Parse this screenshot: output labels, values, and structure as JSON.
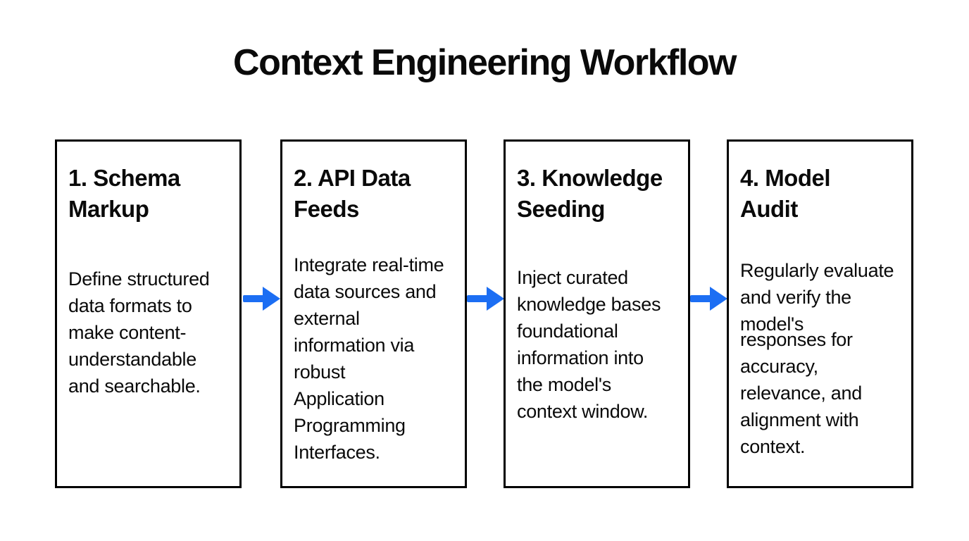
{
  "title": "Context Engineering Workflow",
  "diagram": {
    "arrow_color": "#1c6ef3",
    "border_color": "#000000",
    "steps": [
      {
        "heading": "1. Schema\nMarkup",
        "body": "Define structured\ndata formats to\nmake content-\nunderstandable\nand searchable."
      },
      {
        "heading": "2. API Data\nFeeds",
        "body": "Integrate real-time\ndata sources and\nexternal\ninformation via\nrobust\nApplication\nProgramming\nInterfaces."
      },
      {
        "heading": "3. Knowledge\nSeeding",
        "body": "Inject curated\nknowledge bases\nfoundational\ninformation into\nthe model's\ncontext window."
      },
      {
        "heading": "4. Model\nAudit",
        "body": "Regularly evaluate\nand verify the\nmodel's",
        "body_overlap": "responses for\naccuracy,\nrelevance, and\nalignment with\ncontext."
      }
    ]
  }
}
